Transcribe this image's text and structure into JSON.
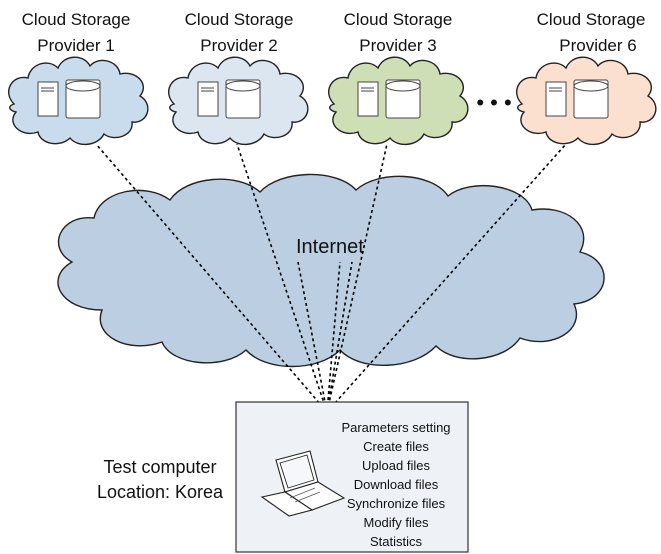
{
  "providers": [
    {
      "line1": "Cloud Storage",
      "line2": "Provider 1",
      "color": "#c9dcee"
    },
    {
      "line1": "Cloud Storage",
      "line2": "Provider 2",
      "color": "#dbe6f1"
    },
    {
      "line1": "Cloud Storage",
      "line2": "Provider 3",
      "color": "#cfdfb5"
    },
    {
      "line1": "Cloud Storage",
      "line2": "Provider 6",
      "color": "#fbe0d0"
    }
  ],
  "ellipsis": "• • •",
  "internet": {
    "label": "Internet",
    "color": "#bccfe2"
  },
  "test_computer": {
    "label_line1": "Test computer",
    "label_line2": "Location: Korea",
    "panel_color": "#eef1f6",
    "tasks": [
      "Parameters setting",
      "Create files",
      "Upload files",
      "Download files",
      "Synchronize files",
      "Modify files",
      "Statistics"
    ]
  }
}
